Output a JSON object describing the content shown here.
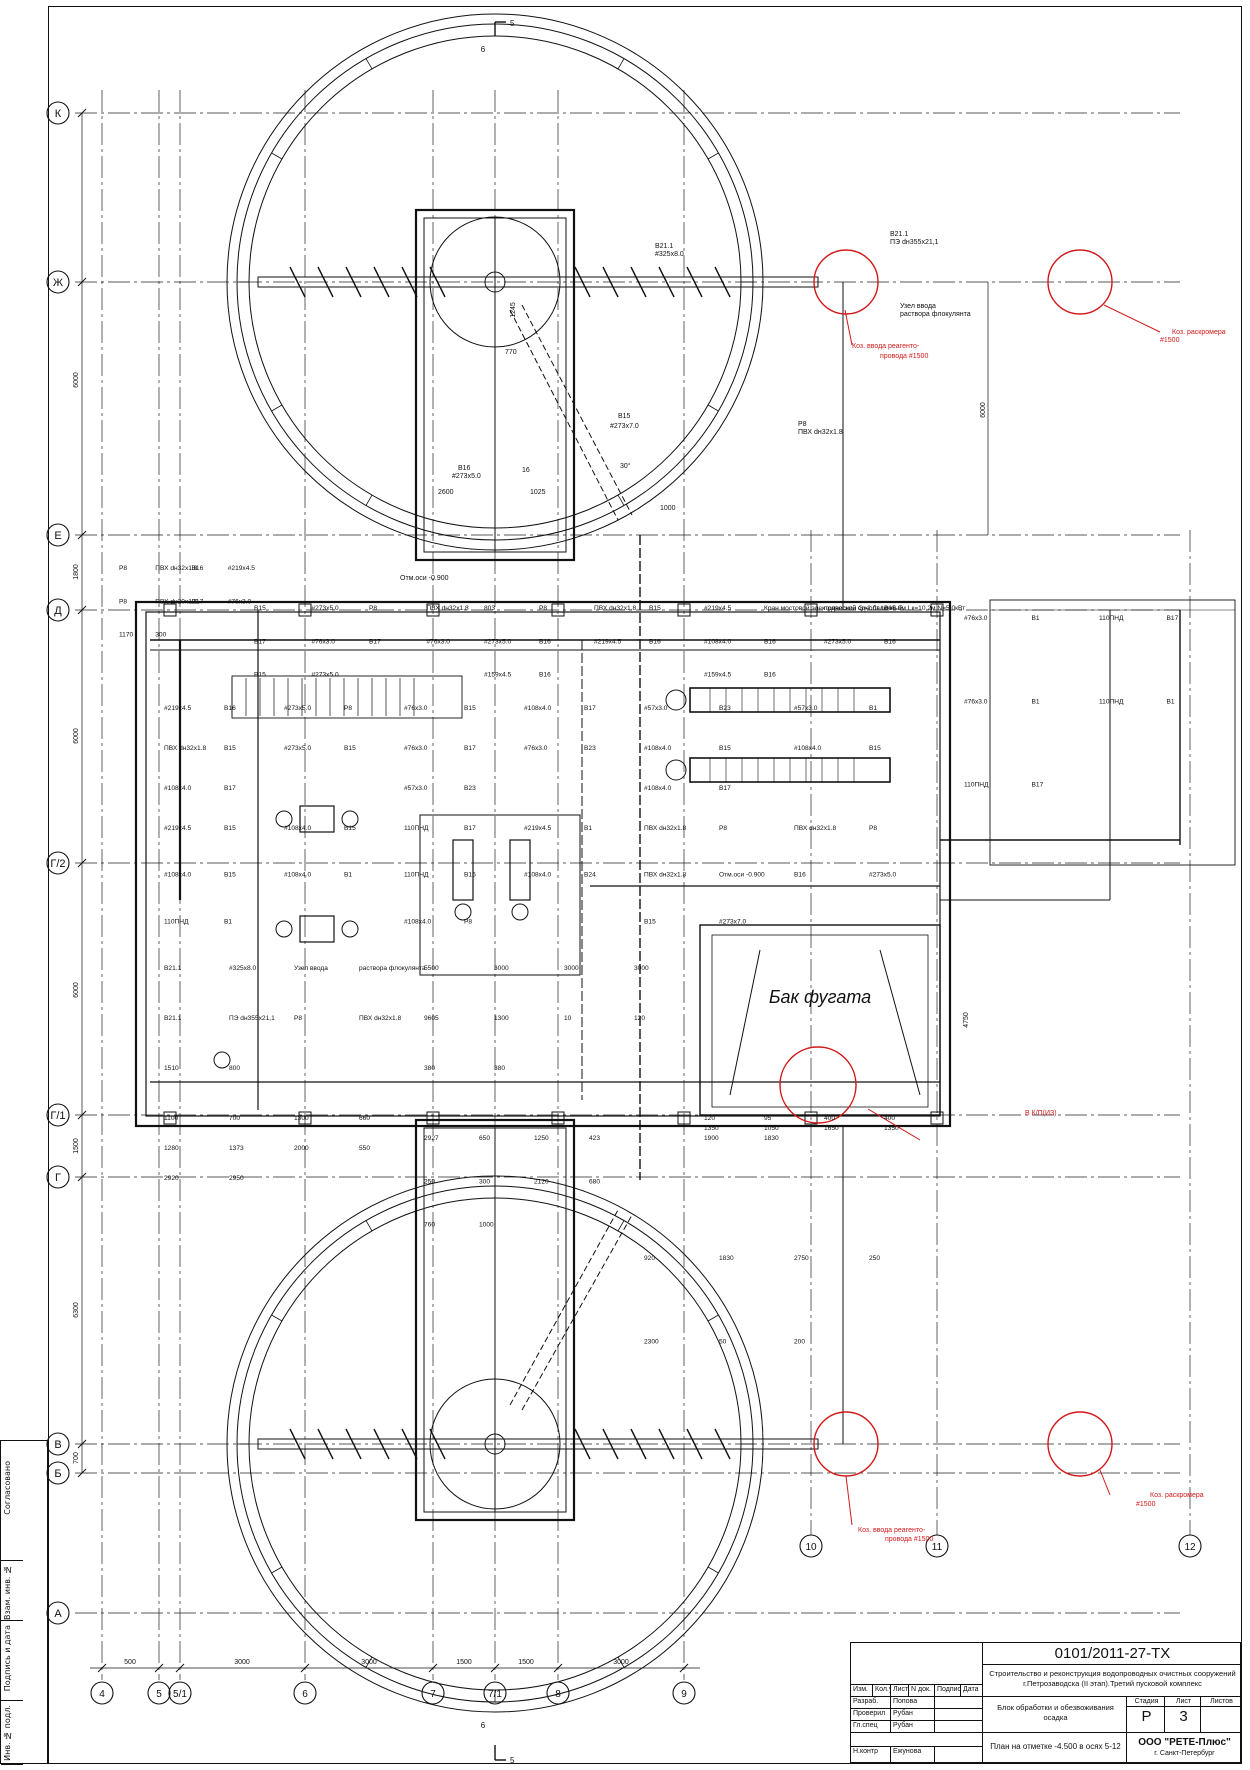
{
  "drawing": {
    "axes_letter": [
      "К",
      "Ж",
      "Е",
      "Д",
      "Г/2",
      "Г/1",
      "Г",
      "В",
      "Б",
      "А"
    ],
    "axes_number_bottom": [
      "4",
      "5",
      "5/1",
      "6",
      "7",
      "7/1",
      "8",
      "9"
    ],
    "axes_number_right": [
      "10",
      "11",
      "12"
    ],
    "section_marks": {
      "top_a": "5",
      "top_b": "6",
      "bottom_a": "6",
      "bottom_b": "5"
    },
    "dims_left": [
      "6000",
      "1800",
      "6000",
      "6000",
      "1500",
      "6300",
      "700"
    ],
    "dims_bottom": [
      "500",
      "3000",
      "3000",
      "1500",
      "1500",
      "3000"
    ],
    "dims_right": [
      "6000",
      "4750"
    ],
    "tank_label": "Бак фугата",
    "pipe_labels_top": [
      {
        "text": "В21.1"
      },
      {
        "text": "ПЭ dн355x21,1"
      },
      {
        "text": "В21.1"
      },
      {
        "text": "#325x8.0"
      },
      {
        "text": "Узел ввода"
      },
      {
        "text": "раствора флокулянта"
      },
      {
        "text": "В15"
      },
      {
        "text": "#273x7.0"
      },
      {
        "text": "Р8"
      },
      {
        "text": "ПВХ dн32x1.8"
      },
      {
        "text": "В16"
      },
      {
        "text": "#273x5.0"
      },
      {
        "text": "16"
      },
      {
        "text": "2600"
      },
      {
        "text": "1025"
      },
      {
        "text": "770"
      },
      {
        "text": "1245"
      },
      {
        "text": "30°"
      },
      {
        "text": "Отм.оси -0.900"
      },
      {
        "text": "1000"
      }
    ],
    "red_notes": [
      {
        "text": "Коз. ввода реагенто-"
      },
      {
        "text": "провода #1500"
      },
      {
        "text": "Коз. раскромера"
      },
      {
        "text": "#1500"
      },
      {
        "text": "В К/П(ИЗ)"
      },
      {
        "text": "Коз. ввода реагенто-"
      },
      {
        "text": "провода #1500"
      },
      {
        "text": "Коз. раскромера"
      },
      {
        "text": "#1500"
      }
    ],
    "plan_labels": [
      "Р8",
      "ПВХ dн32x1.8",
      "В16",
      "#219x4.5",
      "Р8",
      "ПВХ dн20x1.5",
      "В17",
      "#76x3.0",
      "1170",
      "300",
      "В15",
      "#273x5.0",
      "Р8",
      "ПВХ dн32x1.8",
      "В17",
      "#76x3.0",
      "В17",
      "#76x3.0",
      "В15",
      "#273x5.0",
      "803",
      "Р8",
      "ПВХ dн32x1.8",
      "В15",
      "#273x5.0",
      "В16",
      "#219x4.5",
      "В16",
      "#159x4.5",
      "В16",
      "#219x4.5",
      "Кран мостовой электрический однобалочный",
      "подвесной G=2.0т Lп=9.0м Lк=10.2м N=5.0кВт",
      "В15",
      "#108x4.0",
      "В16",
      "#273x5.0",
      "В16",
      "#159x4.5",
      "В16",
      "#219x4.5",
      "В16",
      "#273x5.0",
      "Р8",
      "ПВХ dн32x1.8",
      "В15",
      "#273x5.0",
      "В15",
      "#108x4.0",
      "В17",
      "#76x3.0",
      "В15",
      "#108x4.0",
      "В17",
      "#76x3.0",
      "В17",
      "#76x3.0",
      "В23",
      "#57x3.0",
      "В23",
      "#57x3.0",
      "В23",
      "#57x3.0",
      "В1",
      "#108x4.0",
      "В15",
      "#108x4.0",
      "В15",
      "#108x4.0",
      "В17",
      "#76x3.0",
      "В1",
      "110ПНД",
      "В17",
      "#76x3.0",
      "В1",
      "110ПНД",
      "В1",
      "110ПНД",
      "В17",
      "#219x4.5",
      "В15",
      "#108x4.0",
      "В15",
      "#108x4.0",
      "В15",
      "#108x4.0",
      "В1",
      "110ПНД",
      "В1",
      "110ПНД",
      "В17",
      "#219x4.5",
      "В1",
      "110ПНД",
      "В15",
      "#108x4.0",
      "В24",
      "#108x4.0",
      "Р8",
      "ПВХ dн32x1.8",
      "Р8",
      "ПВХ dн32x1.8",
      "Р8",
      "ПВХ dн32x1.8",
      "Отм.оси -0.900",
      "В16",
      "#273x5.0",
      "В15",
      "#273x7.0",
      "В21.1",
      "#325x8.0",
      "Узел ввода",
      "раствора флокулянта",
      "В21.1",
      "ПЭ dн355x21,1",
      "Р8",
      "ПВХ dн32x1.8",
      "1510",
      "800",
      "5500",
      "3000",
      "3000",
      "3000",
      "9605",
      "1300",
      "10",
      "120",
      "380",
      "380",
      "120",
      "95",
      "400",
      "400",
      "1350",
      "1050",
      "1650",
      "1350",
      "1900",
      "1830",
      "1100",
      "700",
      "1300",
      "660",
      "1280",
      "1373",
      "2000",
      "550",
      "2920",
      "2950",
      "2927",
      "650",
      "1250",
      "423",
      "250",
      "300",
      "2120",
      "680",
      "760",
      "1000",
      "920",
      "1830",
      "2750",
      "250",
      "2300",
      "50",
      "200"
    ]
  },
  "side_strip": {
    "items": [
      "Согласовано",
      "Взам. инв. №",
      "Подпись и дата",
      "Инв. № подл."
    ]
  },
  "title_block": {
    "code": "0101/2011-27-ТХ",
    "project": "Строительство и реконструкция водопроводных очистных сооружений г.Петрозаводска (II этап).Третий пусковой комплекс",
    "building": "Блок обработки и обезвоживания осадка",
    "sheet_title": "План на отметке -4.500 в осях 5-12",
    "col_heads": [
      "Изм.",
      "Кол.уч",
      "Лист",
      "N док.",
      "Подпись",
      "Дата"
    ],
    "roles": [
      {
        "role": "Разраб.",
        "name": "Попова"
      },
      {
        "role": "Проверил",
        "name": "Рубан"
      },
      {
        "role": "Гл.спец",
        "name": "Рубан"
      },
      {
        "role": "Н.контр",
        "name": "Ежунова"
      }
    ],
    "stage_head": "Стадия",
    "sheet_head": "Лист",
    "sheets_head": "Листов",
    "stage": "Р",
    "sheet": "3",
    "org": "ООО \"РЕТЕ-Плюс\"",
    "city": "г. Санкт-Петербург"
  }
}
